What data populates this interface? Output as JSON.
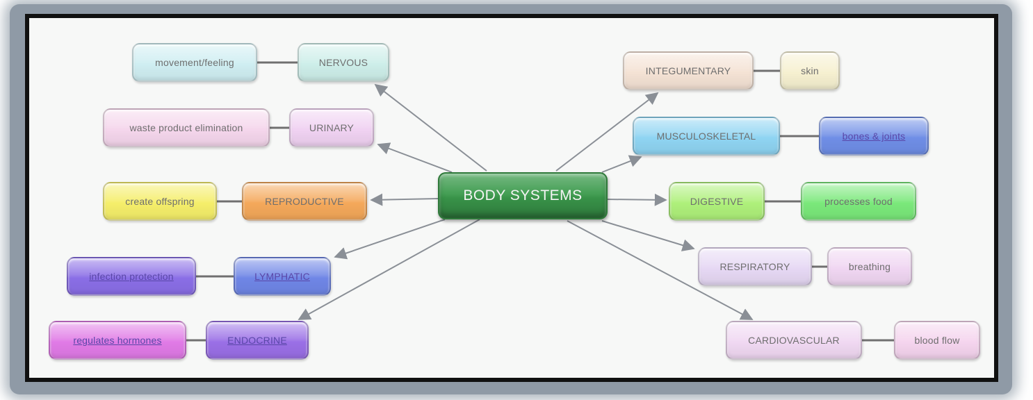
{
  "center": {
    "label": "BODY SYSTEMS",
    "color": "#3b9a4c"
  },
  "left_systems": [
    {
      "name": "NERVOUS",
      "desc": "movement/feeling",
      "sys_color": "#cdeee9",
      "desc_color": "#cfeef2"
    },
    {
      "name": "URINARY",
      "desc": "waste product elimination",
      "sys_color": "#f0d2f2",
      "desc_color": "#f5d6ec"
    },
    {
      "name": "REPRODUCTIVE",
      "desc": "create offspring",
      "sys_color": "#f4a85a",
      "desc_color": "#f5ee6a"
    },
    {
      "name": "LYMPHATIC",
      "desc": "infection protection",
      "sys_color": "#6f86e6",
      "desc_color": "#8a6ee6"
    },
    {
      "name": "ENDOCRINE",
      "desc": "regulates hormones",
      "sys_color": "#9a6fe6",
      "desc_color": "#e07ae6"
    }
  ],
  "right_systems": [
    {
      "name": "INTEGUMENTARY",
      "desc": "skin",
      "sys_color": "#f4e2d4",
      "desc_color": "#f6f0d0"
    },
    {
      "name": "MUSCULOSKELETAL",
      "desc": "bones & joints",
      "sys_color": "#8fd4f2",
      "desc_color": "#6f8ee6"
    },
    {
      "name": "DIGESTIVE",
      "desc": "processes food",
      "sys_color": "#aef07a",
      "desc_color": "#7ae87a"
    },
    {
      "name": "RESPIRATORY",
      "desc": "breathing",
      "sys_color": "#e6d8f4",
      "desc_color": "#f0d6f2"
    },
    {
      "name": "CARDIOVASCULAR",
      "desc": "blood flow",
      "sys_color": "#f0d8f2",
      "desc_color": "#f5d4ee"
    }
  ],
  "colors": {
    "frame": "#111111",
    "arrow": "#8a8f96",
    "connector": "#707070"
  }
}
